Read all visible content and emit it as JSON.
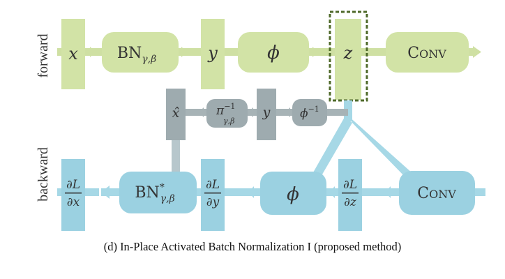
{
  "colors": {
    "forward": "#cfe0a3",
    "forward_node": "#d2e3a6",
    "backward": "#a6d8e6",
    "backward_node": "#9bd1e1",
    "inverse": "#a7b3b6",
    "inverse_node": "#9eabaf",
    "dashed_border": "#4f6a2a",
    "text": "#333333"
  },
  "rows": {
    "forward_label": "forward",
    "backward_label": "backward"
  },
  "forward": {
    "x": "x",
    "bn_main": "BN",
    "bn_sub": "γ,β",
    "y": "y",
    "phi": "ϕ",
    "z": "z",
    "conv_first": "C",
    "conv_rest": "ONV"
  },
  "inverse": {
    "xhat": "x̂",
    "pi": "π",
    "pi_sup": "−1",
    "pi_sub": "γ,β",
    "y": "y",
    "phi": "ϕ",
    "phi_sup": "−1"
  },
  "backward": {
    "dLdx_num": "∂L",
    "dLdx_den": "∂x",
    "bn_main": "BN",
    "bn_sup": "*",
    "bn_sub": "γ,β",
    "dLdy_num": "∂L",
    "dLdy_den": "∂y",
    "phi": "ϕ",
    "dLdz_num": "∂L",
    "dLdz_den": "∂z",
    "conv_first": "C",
    "conv_rest": "ONV"
  },
  "caption": "(d) In-Place Activated Batch Normalization I (proposed method)"
}
